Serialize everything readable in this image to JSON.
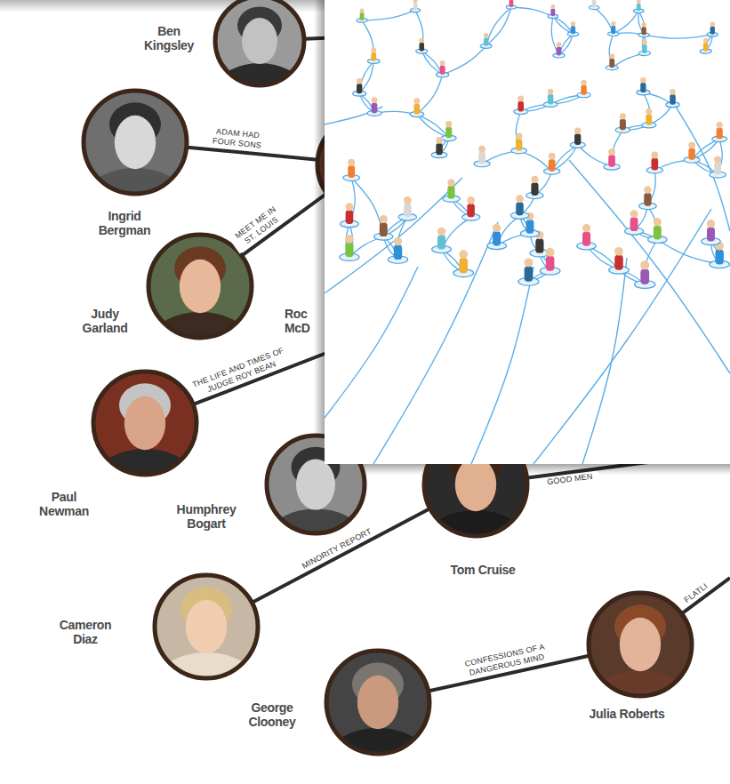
{
  "diagram": {
    "nodes": [
      {
        "text": [
          "Ben Kingsley"
        ]
      },
      {
        "text": [
          "Ingrid Bergman"
        ]
      },
      {
        "text": [
          "Judy Garland"
        ]
      },
      {
        "text": [
          "Paul Newman"
        ]
      },
      {
        "text": [
          "Humphrey Bogart"
        ]
      },
      {
        "text": [
          "Tom Cruise"
        ]
      },
      {
        "text": [
          "Cameron Diaz"
        ]
      },
      {
        "text": [
          "George Clooney"
        ]
      },
      {
        "text": [
          "Julia Roberts"
        ]
      }
    ],
    "edges": [
      {
        "from": 6,
        "to": 5,
        "label": "MINORITY REPORT",
        "arrow": "none"
      },
      {
        "from": 7,
        "to": 8,
        "label": "CONFESSIONS OF A DANGEROUS MIND",
        "arrow": "none"
      }
    ],
    "labels": [
      "ADAM HAD FOUR SONS",
      "MEET ME IN ST. LOUIS",
      "Roc McD",
      "THE LIFE AND TIMES OF JUDGE ROY BEAN",
      "GOOD MEN",
      "FLATLI"
    ]
  }
}
